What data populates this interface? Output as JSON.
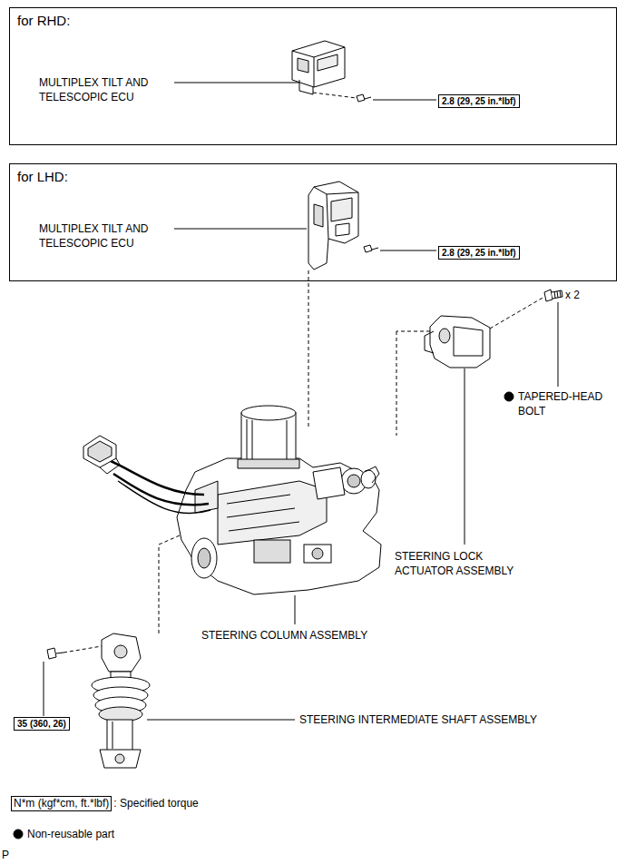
{
  "diagram": {
    "nodes": [
      {
        "text": [
          "for RHD:"
        ]
      },
      {
        "text": [
          "2.8 (29, 25 in.*lbf)"
        ],
        "in": 0
      },
      {
        "text": [
          "for LHD:"
        ]
      },
      {
        "text": [
          "2.8 (29, 25 in.*lbf)"
        ],
        "in": 2
      },
      {
        "text": [
          "35 (360, 26)"
        ]
      }
    ],
    "labels": [
      "MULTIPLEX TILT AND TELESCOPIC ECU",
      "MULTIPLEX TILT AND TELESCOPIC ECU",
      "x 2",
      "TAPERED-HEAD BOLT",
      "STEERING LOCK ACTUATOR ASSEMBLY",
      "STEERING COLUMN ASSEMBLY",
      "STEERING INTERMEDIATE SHAFT ASSEMBLY",
      "N*m (kgf*cm, ft.*lbf)",
      "P"
    ],
    "legend": [
      {
        "text": ": Specified torque"
      },
      {
        "text": "Non-reusable part"
      }
    ]
  }
}
